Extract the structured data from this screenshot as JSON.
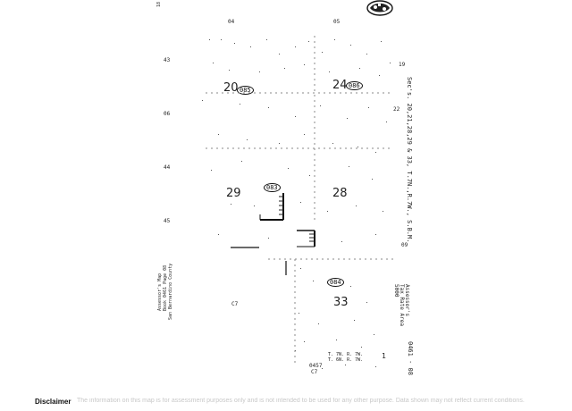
{
  "map": {
    "corner_top": "18",
    "grid_top": [
      "04",
      "05"
    ],
    "grid_left": [
      "43",
      "44",
      "45"
    ],
    "right_ticks": [
      "19",
      "22",
      "09"
    ],
    "left_tick_06": "06",
    "sections": [
      {
        "number": "20",
        "parcel": "085"
      },
      {
        "number": "24",
        "parcel": "086"
      },
      {
        "number": "29",
        "parcel": "083"
      },
      {
        "number": "28",
        "parcel": ""
      },
      {
        "number": "33",
        "parcel": "084"
      }
    ],
    "title_vertical": "Sec's. 20,21,28,29 & 33, T.7N.,R.7W., S.B.M.",
    "county_note_lines": [
      "Assessor's Map",
      "Book 0461 Page 08",
      "San Bernardino County"
    ],
    "ptax_note_lines": [
      "Assessor's",
      "Tax Rate Area",
      "5000"
    ],
    "book_page": "0461 - 08",
    "c7_label": "C7",
    "bottom_code": "0457",
    "bottom_code2": "C7",
    "bottom_small1": "T. 7N. R. 7W.",
    "bottom_small2": "T. 6N. R. 7W.",
    "bottom_one": "1"
  },
  "footer": {
    "disclaimer_label": "Disclaimer",
    "disclaimer_text": "The information on this map is for assessment purposes only and is not intended to be used for any other purpose. Data shown may not reflect current conditions."
  }
}
